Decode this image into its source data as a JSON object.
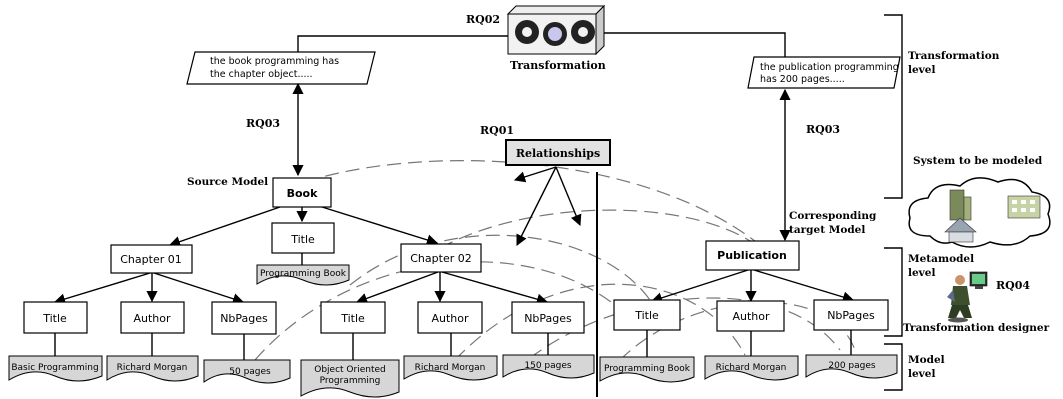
{
  "labels": {
    "rq01": "RQ01",
    "rq02": "RQ02",
    "rq03_left": "RQ03",
    "rq03_right": "RQ03",
    "rq04": "RQ04",
    "transformation": "Transformation",
    "source_model": "Source Model",
    "corresponding_target_line1": "Corresponding",
    "corresponding_target_line2": "target Model",
    "transformation_level_line1": "Transformation",
    "transformation_level_line2": "level",
    "metamodel_level_line1": "Metamodel",
    "metamodel_level_line2": "level",
    "model_level_line1": "Model",
    "model_level_line2": "level",
    "system_to_be_modeled": "System to be modeled",
    "transformation_designer": "Transformation designer"
  },
  "notes": {
    "left_line1": "the book programming has",
    "left_line2": "the chapter object.....",
    "right_line1": "the publication programming",
    "right_line2": "has 200 pages....."
  },
  "relationships": "Relationships",
  "source": {
    "book": "Book",
    "book_title": "Title",
    "book_title_value": "Programming Book",
    "chapter01": "Chapter 01",
    "chapter02": "Chapter 02",
    "ch1_title": "Title",
    "ch1_author": "Author",
    "ch1_nbpages": "NbPages",
    "ch1_title_value": "Basic Programming",
    "ch1_author_value": "Richard Morgan",
    "ch1_nbpages_value": "50 pages",
    "ch2_title": "Title",
    "ch2_author": "Author",
    "ch2_nbpages": "NbPages",
    "ch2_title_value_line1": "Object Oriented",
    "ch2_title_value_line2": "Programming",
    "ch2_author_value": "Richard Morgan",
    "ch2_nbpages_value": "150 pages"
  },
  "target": {
    "publication": "Publication",
    "title": "Title",
    "author": "Author",
    "nbpages": "NbPages",
    "title_value": "Programming Book",
    "author_value": "Richard Morgan",
    "nbpages_value": "200 pages"
  },
  "icons": {
    "gears": "gears-icon",
    "cloud": "cloud-icon",
    "designer": "designer-icon"
  },
  "colors": {
    "doc_gray": "#d6d6d6",
    "relationships_fill": "#e2e2e2"
  }
}
